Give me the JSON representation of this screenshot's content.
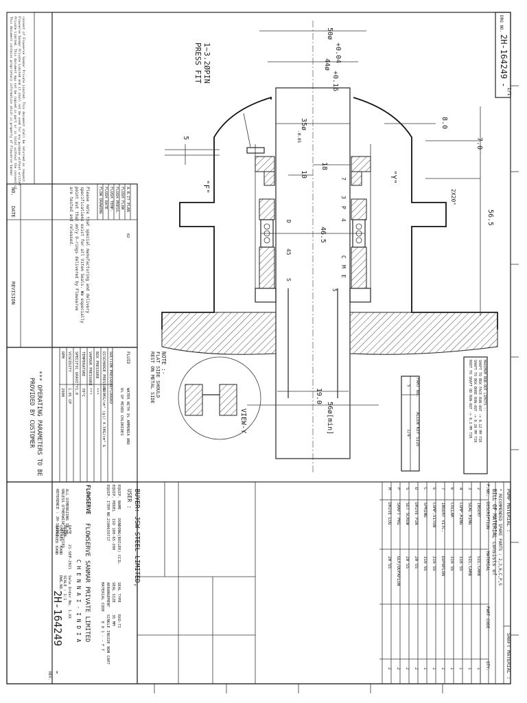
{
  "drawing": {
    "drg_no_label": "DRG NO.",
    "drg_no": "2H-164249",
    "rev_mark": "-",
    "sheet": "1/1"
  },
  "dimensions": {
    "d50": "50ø",
    "tol_004": "+0.04",
    "d44": "44ø",
    "tol_016": "+0.16",
    "d35": "35ø",
    "tol_005": "-0.05",
    "press_fit": "1~3.2ØPIN\nPRESS FIT",
    "press_fit_l1": "1~3.2ØPIN",
    "press_fit_l2": "PRESS FIT",
    "d8": "8.0",
    "d7": "7.0",
    "ang": "2X20°",
    "d56": "56.5",
    "d5": "5",
    "d18": "18",
    "d10": "10",
    "d465": "46.5",
    "d190": "19.0",
    "d56min": "56ø[min]",
    "f_label": "\"F\"",
    "y_label": "\"Y\""
  },
  "balloons": [
    "7",
    "3",
    "P",
    "4",
    "D",
    "C",
    "M",
    "E",
    "5",
    "45",
    "S"
  ],
  "note": {
    "title": "NOTE :-",
    "l1": "FLAT SIDE SHOULD",
    "l2": "REST ON METAL SIDE",
    "view": "VIEW-Y"
  },
  "key_table": {
    "h1": "PART NO.",
    "h2": "ALLEN KEY SIZE",
    "r1": [
      "S",
      "1/8\""
    ]
  },
  "runout_box": {
    "l1": "MAXIMUM RUN-OUT LIMITS :-",
    "l2": "SHAFT TO BOX FACE RUN-OUT -> 0.12 MM TIR",
    "l3": "SHAFT TO BOX BORE RUN-OUT -> 0.28 MM TIR",
    "l4": "ROOT TO SHAFT OD RUN-OUT -> 0.3 MM TIR"
  },
  "bom": {
    "pump_material": "PUMP MATERIAL :",
    "shaft_material": "SHAFT MATERIAL :",
    "spare": "* RECOMMENDED SPARE PARTS : 2,3,6,C,P,S",
    "bill": "BILL OF MATERIAL consists of",
    "headers": [
      "P.NO.",
      "DESCRIPTION",
      "MATERIAL",
      "PART CODE",
      "QTY."
    ],
    "rows": [
      {
        "pno": "2",
        "desc": "INSERT",
        "mat": "SIL.CARB",
        "qty": "1"
      },
      {
        "pno": "3",
        "desc": "SEAL RING",
        "mat": "SIL.CARB",
        "qty": "1"
      },
      {
        "pno": "4",
        "desc": "COMP.RING",
        "mat": "316 SS",
        "qty": "1"
      },
      {
        "pno": "6",
        "desc": "COLLAR",
        "mat": "316 SS",
        "qty": "1"
      },
      {
        "pno": "7",
        "desc": "INSERT VITC.",
        "mat": "DUPAFLON",
        "qty": "1"
      },
      {
        "pno": "E",
        "desc": "COMP.VITON",
        "mat": "316 SS",
        "qty": "1"
      },
      {
        "pno": "C",
        "desc": "SPRING",
        "mat": "316 SS",
        "qty": "1"
      },
      {
        "pno": "D",
        "desc": "DRIVE PIN",
        "mat": "20 SS",
        "qty": "2"
      },
      {
        "pno": "S",
        "desc": "SET SCREW",
        "mat": "20 SS",
        "qty": "2"
      },
      {
        "pno": "P",
        "desc": "SHAFT PKG",
        "mat": "GLF/DUPAFLON",
        "qty": "2"
      },
      {
        "pno": "M",
        "desc": "DRIVE LUG",
        "mat": "20 SS",
        "qty": "2"
      }
    ]
  },
  "title_block": {
    "buyer": "BUYER: JSW STEEL LIMITED,",
    "user": "USER :",
    "equip_name": "EQUIP. NAME",
    "equip_name_v": "DONDONG(BOILER) CCIL",
    "equip_model": "EQUIP. MODEL",
    "equip_model_v": "ISO 100-65-200",
    "equip_item": "EQUIP. ITEM NO.",
    "equip_item_v": "2100639717",
    "seal_type": "SEAL TYPE",
    "seal_type_v": "RXO-TI",
    "seal_size": "SEAL SIZE",
    "seal_size_v": "35 MM",
    "arrangement": "ARRANGEMENT",
    "arrangement_v": "SINGLE INSIDE NON CART",
    "mat_code": "MATERIAL CODE",
    "mat_code_v": "E 0 1 - - F T",
    "company": "FLOWSERVE SANMAR PRIVATE LIMITED",
    "city": "C H E N N A I - I N D I A",
    "logo": "FLOWSERVE",
    "all_dims": "ALL DIMENSIONS IN mm",
    "unless": "UNLESS OTHERWISE SPECIFIED",
    "ref": "REFERENCE : 2H-162062",
    "date_l": "DATE",
    "date_v": "21-SEP-2021",
    "drawn_l": "DRAWN",
    "drawn_v": "",
    "checked_l": "CHECKED",
    "checked_v": "KAND",
    "approved_l": "APPROVED",
    "approved_v": "KAND",
    "sales_order": "Sale Order No. 1.XX",
    "scale": "SCALE : 1:1",
    "dwg_no_l": "DWG.NO.:",
    "dwg_no": "2H-164249",
    "rev": "-",
    "rev_l": "REV.",
    "sheet_l": "C\nA\nD"
  },
  "op_params": {
    "fluid_l": "FLUID",
    "fluid_v1": "WATER WITH 3% AMMONIA AND",
    "fluid_v2": "6% OF MIXED CHLORIDES",
    "rows": [
      {
        "l": "SUCTION PRESSURE",
        "v": "FLOODED"
      },
      {
        "l": "DISCHARGE PRESSURE",
        "v": "6.0KG/cm² (g)/ 4.5KG/cm² G"
      },
      {
        "l": "BOX PRESSURE",
        "v": "***"
      },
      {
        "l": "VAPOUR PRESSURE",
        "v": "***"
      },
      {
        "l": "TEMPERATURE",
        "v": "70°C"
      },
      {
        "l": "SPECIFIC GRAVITY",
        "v": "1.0"
      },
      {
        "l": "VISCOSITY",
        "v": "1.01 CP"
      },
      {
        "l": "RPM",
        "v": "2900"
      }
    ],
    "footer1": "*** OPERATING PARAMETERS TO BE",
    "footer2": "PROVIDED BY CUSTOMER"
  },
  "revision_block": {
    "flush_rows": [
      "A.B.IT PLAN",
      "FLUSH FLOW",
      "FLUSH PRESS.",
      "FLUSH TEMP.",
      "FLUSH RATE",
      "FLOW DRAWING"
    ],
    "flush_val": "02",
    "note1": "Please note that special manufacturing and delivery",
    "note2": "specifications exist for all Viton Seals. We especially",
    "note3": "point out that only O-rings delivered by Flowserve",
    "note4": "are tested and released.",
    "no_l": "NO.",
    "date_l": "DATE",
    "revision_l": "REVISION"
  },
  "confidential": {
    "l1": "This document contains proprietary information which is property of Flowserve Sanmar",
    "l2": "Private Limited. This document may not be copied in part or in total without the consent of",
    "l3": "Flowserve Sanmar Private Limited and it shall not be used for any purpose without written",
    "l4": "consent of Flowserve Sanmar Private Limited. This document shall be returned on request."
  }
}
